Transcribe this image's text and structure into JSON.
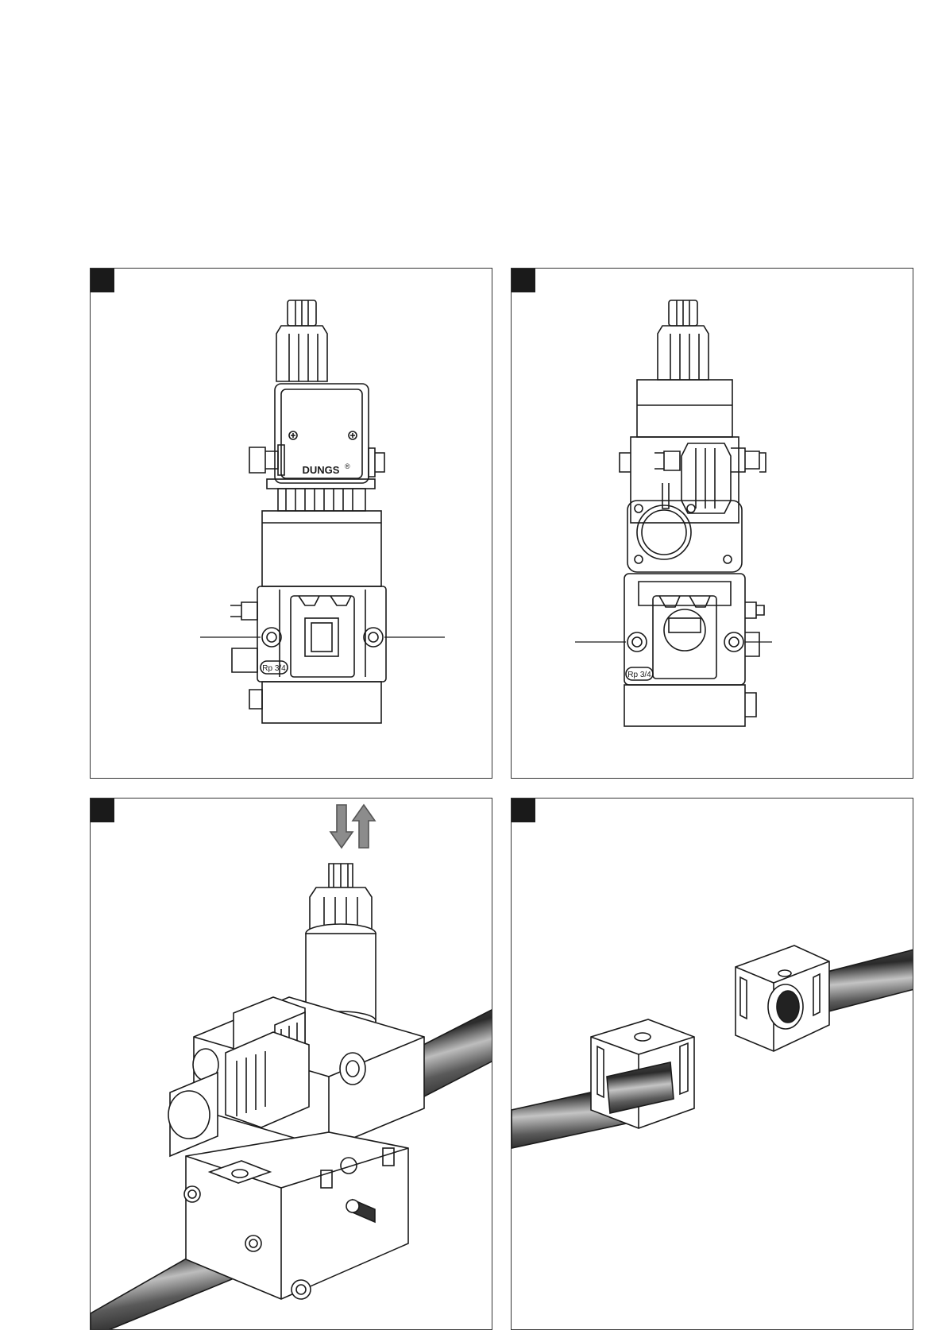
{
  "panels": [
    {
      "brand_label": "DUNGS",
      "brand_mark": "®",
      "port_label": "Rp 3/4"
    },
    {
      "port_label": "Rp 3/4"
    },
    {},
    {}
  ],
  "colors": {
    "ink": "#1a1a1a",
    "line": "#333333",
    "pipe_dark": "#3a3a3a",
    "pipe_light": "#9a9a9a",
    "arrow_gray": "#8c8c8c"
  }
}
